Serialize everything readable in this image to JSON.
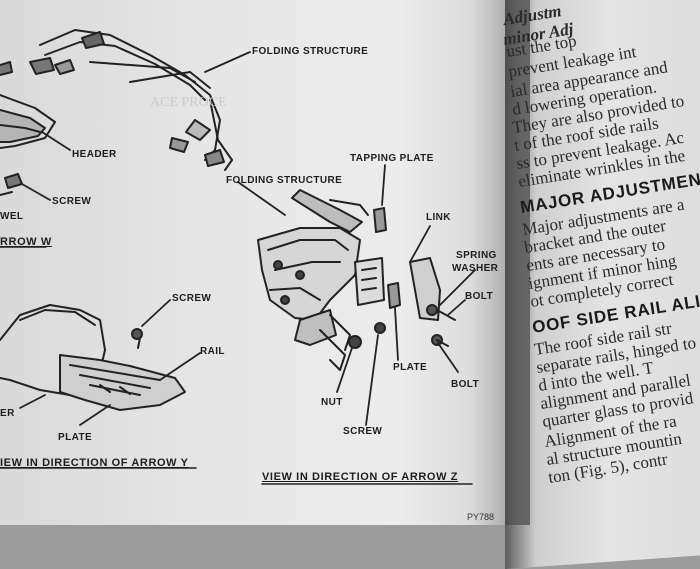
{
  "left_page": {
    "labels": {
      "folding_structure_top": "FOLDING STRUCTURE",
      "header": "HEADER",
      "screw_top_left": "SCREW",
      "dowel": "WEL",
      "caption_arrow_w": "RROW W",
      "screw_mid": "SCREW",
      "rail": "RAIL",
      "ner": "ER",
      "plate_left": "PLATE",
      "caption_arrow_y": "IEW IN DIRECTION OF ARROW Y",
      "tapping_plate": "TAPPING PLATE",
      "folding_structure_right": "FOLDING STRUCTURE",
      "link": "LINK",
      "spring": "SPRING",
      "washer": "WASHER",
      "bolt_upper": "BOLT",
      "bolt_lower": "BOLT",
      "plate_right": "PLATE",
      "nut": "NUT",
      "screw_bottom": "SCREW",
      "caption_arrow_z": "VIEW IN DIRECTION OF ARROW Z",
      "figure_number": "PY788"
    },
    "faint_text": [
      "ACE PROCE"
    ]
  },
  "right_page": {
    "lines": [
      "Adjustm",
      "minor Adj",
      "ust the top",
      "prevent leakage int",
      "ial area appearance and",
      "d lowering operation.",
      "They are also provided to",
      "t of the roof side rails",
      "ss to prevent leakage. Ac",
      "eliminate wrinkles in the"
    ],
    "heading_major": "MAJOR ADJUSTMENTS",
    "lines_major": [
      "Major adjustments are a",
      "bracket and the outer",
      "ents are necessary to",
      "ignment if minor hing",
      "ot completely correct"
    ],
    "heading_roof": "OOF SIDE RAIL ALI",
    "lines_roof": [
      "The roof side rail str",
      "separate rails, hinged to",
      "d into the well. T",
      "alignment and parallel",
      "quarter glass to provid",
      "Alignment of the ra",
      "al structure mountin",
      "ton (Fig. 5), contr"
    ]
  }
}
